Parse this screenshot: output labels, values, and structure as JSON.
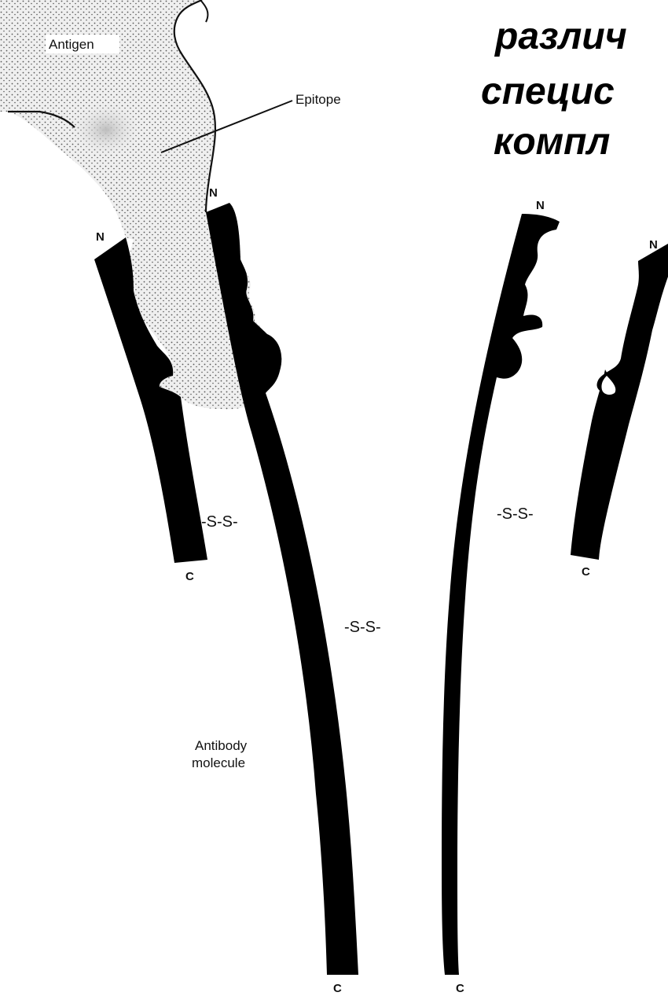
{
  "heading_lines": [
    "различ",
    "специс",
    "компл"
  ],
  "labels": {
    "antigen": "Antigen",
    "epitope": "Epitope",
    "antibody_line1": "Antibody",
    "antibody_line2": "molecule"
  },
  "terminals": {
    "n": "N",
    "c": "C"
  },
  "disulfide": {
    "left_light": "-S-S-",
    "hinge": "-S-S-",
    "right_light": "-S-S-"
  },
  "colors": {
    "chain": "#000000",
    "antigen_fill": "#efefef",
    "antigen_dots": "#555555",
    "background": "#ffffff"
  }
}
